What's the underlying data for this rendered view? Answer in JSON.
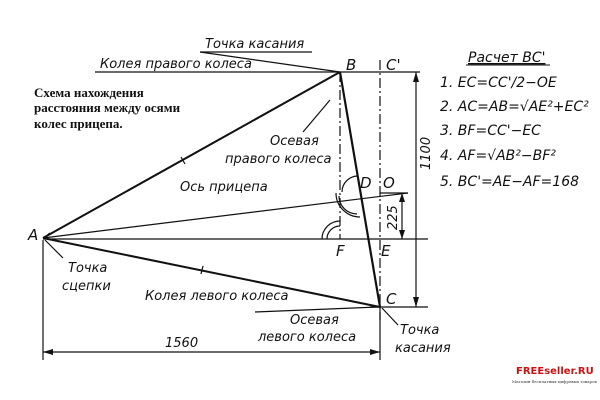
{
  "description": [
    "Схема нахождения",
    "расстояния между осями",
    "колес прицепа."
  ],
  "points": {
    "A": "A",
    "B": "B",
    "C": "C",
    "C_prime": "C'",
    "D": "D",
    "O": "O",
    "E": "E",
    "F": "F"
  },
  "labels": {
    "touch_point_top": "Точка касания",
    "right_track": "Колея правого колеса",
    "right_axis_1": "Осевая",
    "right_axis_2": "правого колеса",
    "trailer_axis": "Ось прицепа",
    "hitch_1": "Точка",
    "hitch_2": "сцепки",
    "left_track": "Колея левого колеса",
    "left_axis_1": "Осевая",
    "left_axis_2": "левого колеса",
    "touch_point_bottom_1": "Точка",
    "touch_point_bottom_2": "касания"
  },
  "dimensions": {
    "total_height": "1100",
    "offset": "225",
    "length": "1560"
  },
  "calculation": {
    "title": "Расчет BC'",
    "steps": [
      "1. EC=CC'/2−OE",
      "2. AC=AB=√AE²+EC²",
      "3. BF=CC'−EC",
      "4. AF=√AB²−BF²",
      "5. BC'=AE−AF=168"
    ]
  },
  "watermark": {
    "brand": "FREEseller.RU",
    "tagline": "Магазин бесплатных цифровых товаров",
    "color": "#d01010"
  }
}
